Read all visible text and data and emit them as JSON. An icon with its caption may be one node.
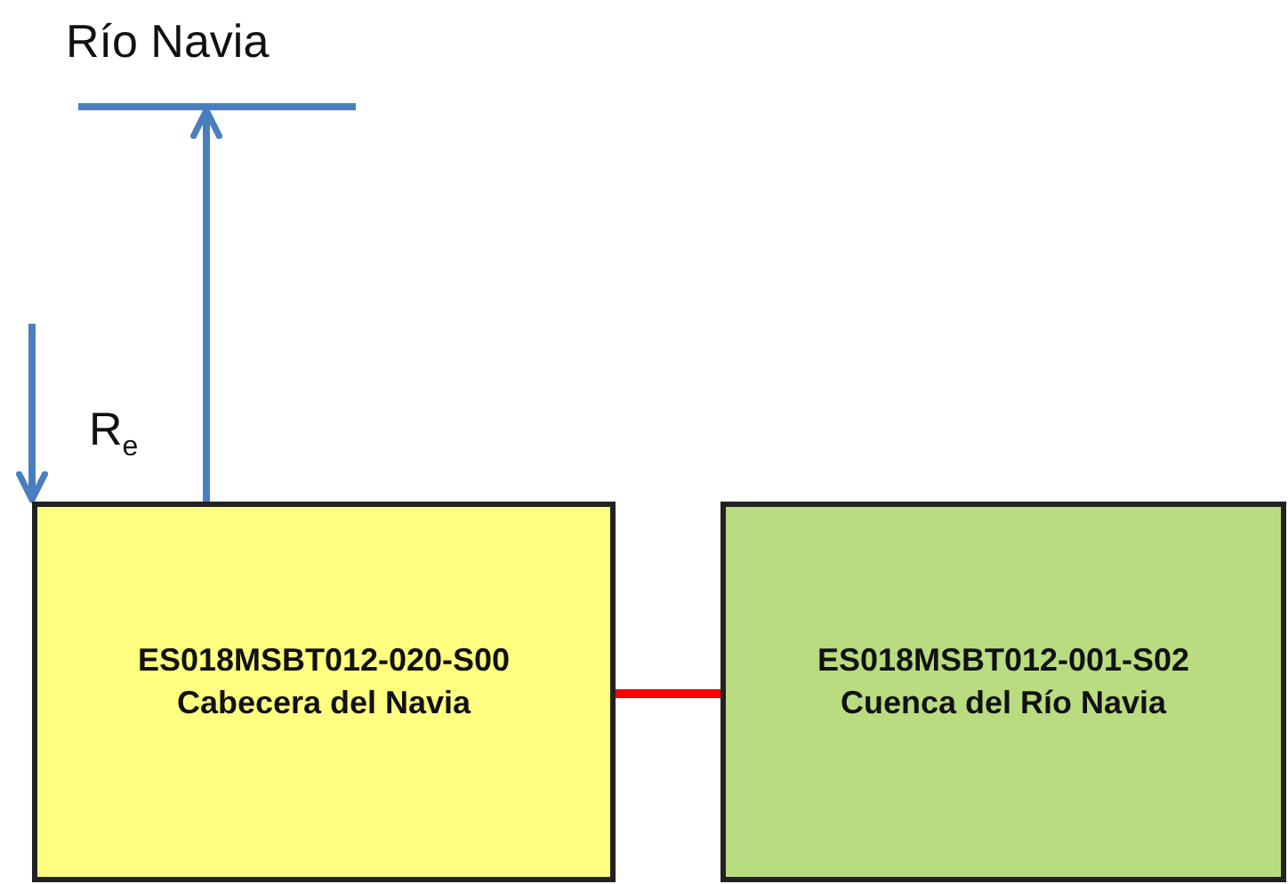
{
  "diagram": {
    "nodes": [
      {
        "text": [
          "Río Navia"
        ]
      },
      {
        "text": [
          "ES018MSBT012-020-S00",
          "Cabecera del Navia"
        ]
      },
      {
        "text": [
          "ES018MSBT012-001-S02",
          "Cuenca del Río Navia"
        ]
      }
    ],
    "edges": [
      {
        "from": 1,
        "to": 0,
        "arrow": "to"
      },
      {
        "from": null,
        "to": 1,
        "arrow": "to",
        "label": "R$_{e}$"
      },
      {
        "from": 1,
        "to": 2,
        "arrow": "none",
        "color": "#ff0000"
      }
    ]
  }
}
